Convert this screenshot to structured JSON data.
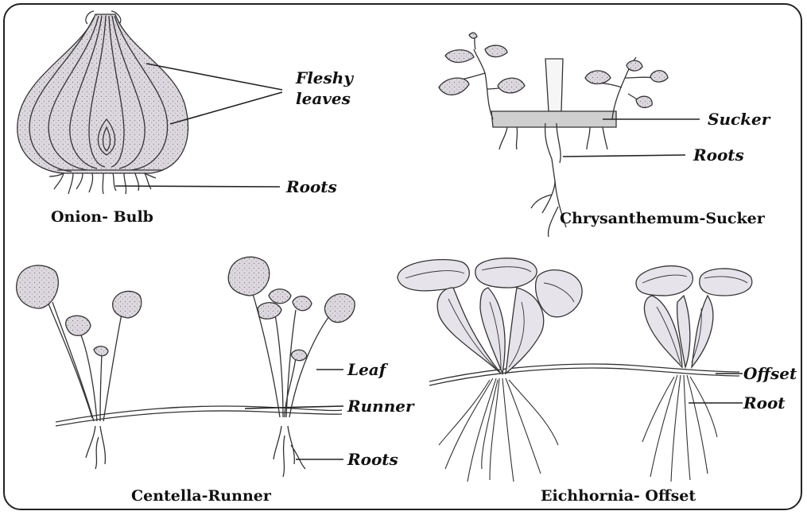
{
  "panels": {
    "onion": {
      "caption": "Onion- Bulb",
      "labels": {
        "fleshy_leaves_line1": "Fleshy",
        "fleshy_leaves_line2": "leaves",
        "roots": "Roots"
      }
    },
    "chrysanthemum": {
      "caption": "Chrysanthemum-Sucker",
      "labels": {
        "sucker": "Sucker",
        "roots": "Roots"
      }
    },
    "centella": {
      "caption": "Centella-Runner",
      "labels": {
        "leaf": "Leaf",
        "runner": "Runner",
        "roots": "Roots"
      }
    },
    "eichhornia": {
      "caption": "Eichhornia- Offset",
      "labels": {
        "offset": "Offset",
        "root": "Root"
      }
    }
  },
  "colors": {
    "ink": "#222222",
    "leaf_fill": "#d9d4dc",
    "plant_fill": "#e8e4ea"
  }
}
